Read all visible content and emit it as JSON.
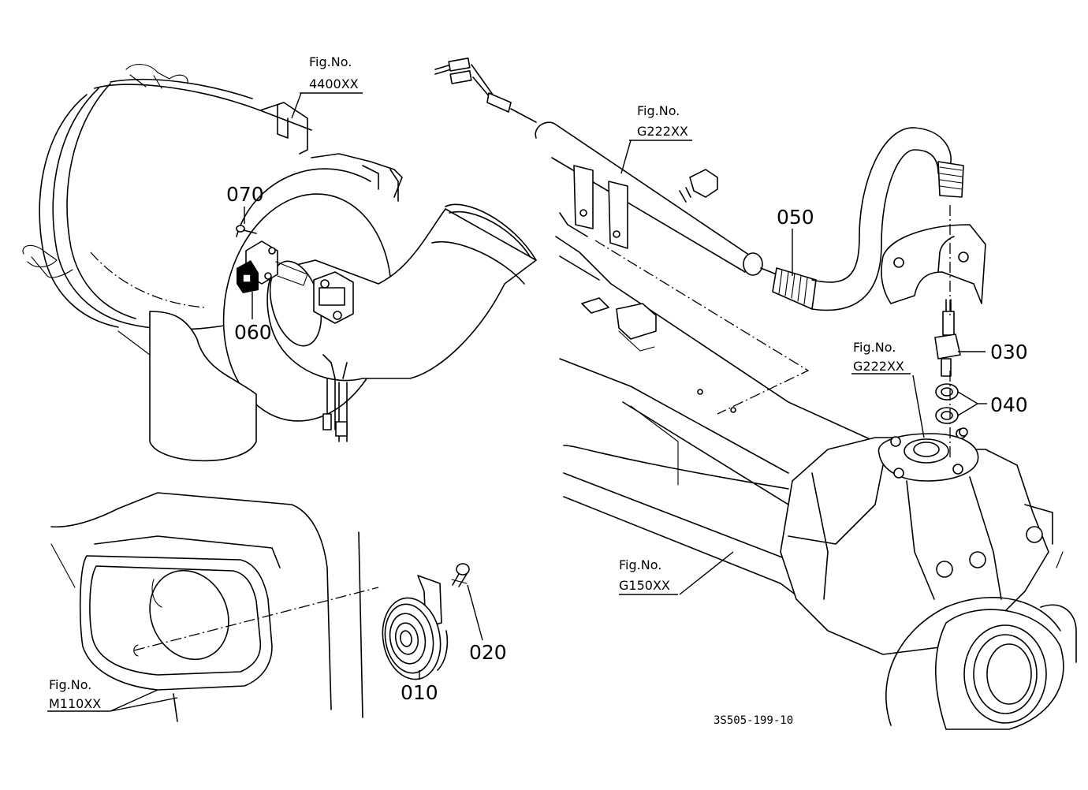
{
  "diagram": {
    "drawing_number": "3S505-199-10",
    "figure_refs": [
      {
        "label": "Fig.No.",
        "code": "4400XX"
      },
      {
        "label": "Fig.No.",
        "code": "G222XX"
      },
      {
        "label": "Fig.No.",
        "code": "G222XX"
      },
      {
        "label": "Fig.No.",
        "code": "G150XX"
      },
      {
        "label": "Fig.No.",
        "code": "M110XX"
      }
    ],
    "parts": [
      {
        "num": "010",
        "icon": "horn-icon"
      },
      {
        "num": "020",
        "icon": "bolt-icon"
      },
      {
        "num": "030",
        "icon": "switch-icon"
      },
      {
        "num": "040",
        "icon": "washer-icon"
      },
      {
        "num": "050",
        "icon": "hose-icon"
      },
      {
        "num": "060",
        "icon": "switch-icon"
      },
      {
        "num": "070",
        "icon": "screw-icon"
      }
    ]
  }
}
